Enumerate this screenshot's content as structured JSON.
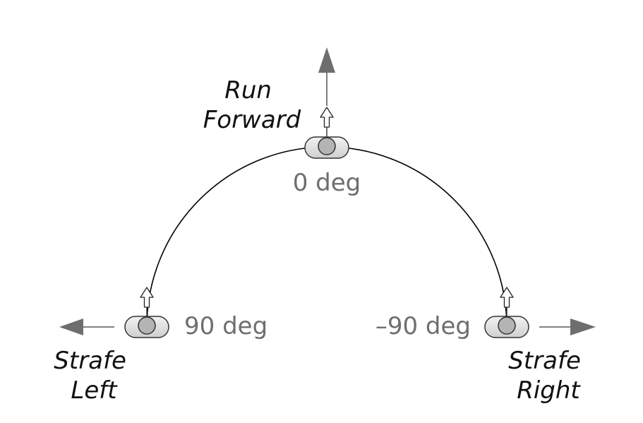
{
  "positions": {
    "forward": {
      "lines": [
        "Run",
        "Forward"
      ],
      "angle_label": "0 deg"
    },
    "left": {
      "lines": [
        "Strafe",
        "Left"
      ],
      "angle_label": "90 deg"
    },
    "right": {
      "lines": [
        "Strafe",
        "Right"
      ],
      "angle_label": "–90 deg"
    }
  },
  "colors": {
    "background": "#ffffff",
    "arc_stroke": "#000000",
    "direction_arrow": "#6e6e6e",
    "character_body": "#dcdcdc",
    "character_head": "#b4b4b4",
    "outline": "#333333",
    "label_text": "#111111",
    "angle_text": "#6e6e6e"
  }
}
